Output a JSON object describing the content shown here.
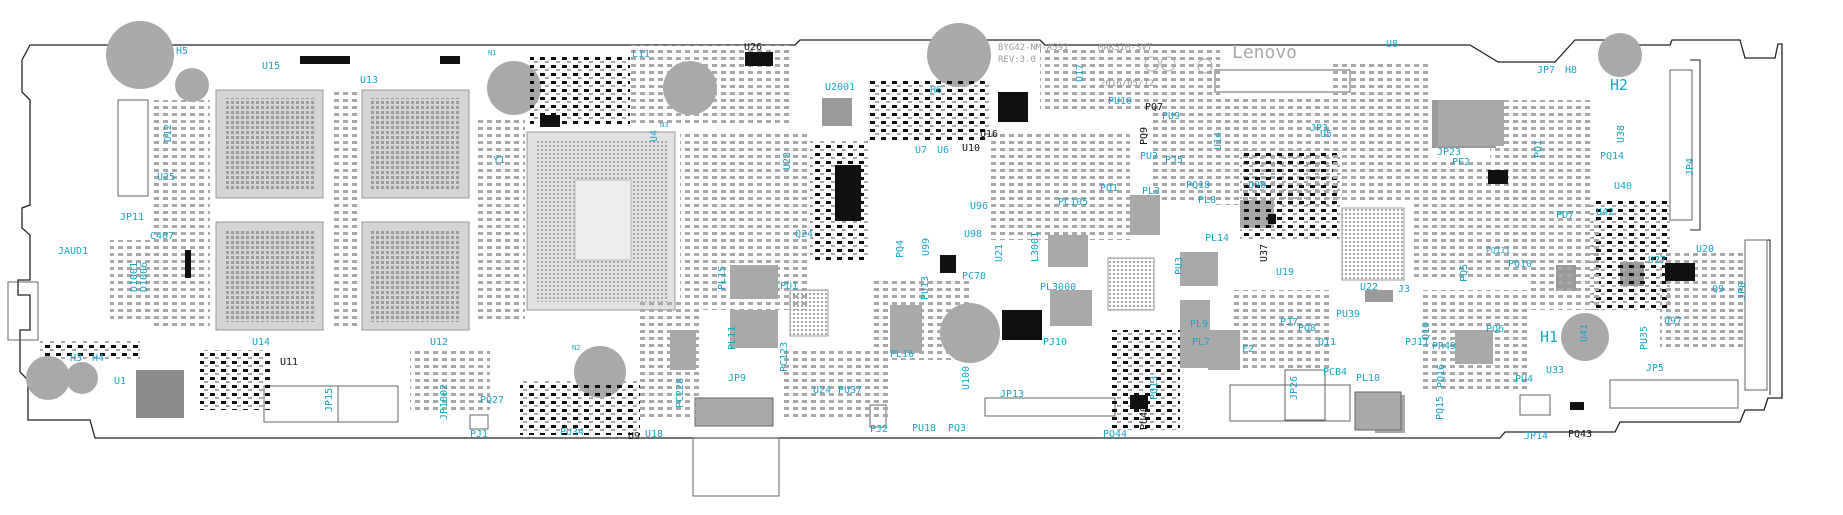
{
  "board": {
    "model": "BYG42-NM-A591",
    "revision": "REV:3.0",
    "codename": "MAKSIM-SVT",
    "date_code": "2016/05/12",
    "brand": "Lenovo",
    "colors": {
      "outline": "#222222",
      "component": "#a9a9a9",
      "dark_component": "#111111",
      "refdes_label": "#1aa6c6",
      "silkscreen": "#999999"
    }
  },
  "labels": {
    "h5": "H5",
    "u15": "U15",
    "u13": "U13",
    "u14": "U14",
    "u12": "U12",
    "d12": "D12",
    "u25": "U25",
    "jp11": "JP11",
    "c407": "C407",
    "jaud1": "JAUD1",
    "d1001": "D1001",
    "d1006": "D1006",
    "h3": "H3",
    "h4": "H4",
    "u1": "U1",
    "u11": "U11",
    "pq27": "PQ27",
    "pj1": "PJ1",
    "jp1002": "JP1002",
    "jp15": "JP15",
    "n1": "N1",
    "y1": "Y1",
    "l11": "L11",
    "u26": "U26",
    "n3": "N3",
    "u4": "U4",
    "u2001": "U2001",
    "u23": "U23",
    "pl19": "PL19",
    "q24": "Q24",
    "pu1a": "PU1",
    "pl15": "PL15",
    "pl11": "PL11",
    "pc123": "PC123",
    "n2": "N2",
    "pu34": "PU34",
    "u9": "U9",
    "u18": "U18",
    "pc228": "PC228",
    "jp9": "JP9",
    "u24": "U24",
    "pu37": "PU37",
    "pj2": "PJ2",
    "pu18": "PU18",
    "pq3": "PQ3",
    "pl16": "PL16",
    "pu13": "PU13",
    "pq4": "PQ4",
    "h6": "H6",
    "u7": "U7",
    "u6": "U6",
    "u10": "U10",
    "u16": "U16",
    "u96": "U96",
    "u98": "U98",
    "u99": "U99",
    "pc70": "PC70",
    "u21": "U21",
    "l3001": "L3001",
    "jp13": "JP13",
    "u100": "U100",
    "pj10": "PJ10",
    "pl3000": "PL3000",
    "u17": "U17",
    "pu10": "PU10",
    "pq7": "PQ7",
    "pu9": "PU9",
    "pq9": "PQ9",
    "pu2": "PU2",
    "pj5": "PJ5",
    "pu1b": "PU1",
    "pl3": "PL3",
    "pc105": "PC105",
    "pq44": "PQ44",
    "pu40": "PU40",
    "pq13": "PQ13",
    "pl7": "PL7",
    "pl9": "PL9",
    "pu3": "PU3",
    "pl14": "PL14",
    "pq18": "PQ18",
    "pl8": "PL8",
    "u90": "U90",
    "u14b": "U14",
    "u8": "U8",
    "u5": "U5",
    "jp3": "JP3",
    "u37": "U37",
    "u19": "U19",
    "pq8": "PQ8",
    "pj7": "PJ7",
    "q11": "Q11",
    "f2": "F2",
    "jp26": "JP26",
    "pcb4": "PCB4",
    "pl10": "PL10",
    "u22": "U22",
    "pu39": "PU39",
    "pj11": "PJ11",
    "q10": "Q10",
    "pr49": "PR49",
    "pq6": "PQ6",
    "pq15": "PQ15",
    "pq16": "PQ16",
    "pu4": "PU4",
    "jp14": "JP14",
    "pq43": "PQ43",
    "u33": "U33",
    "h1": "H1",
    "jp5": "JP5",
    "u41": "U41",
    "u97": "U97",
    "pu35": "PU35",
    "u20": "U20",
    "u27": "U27",
    "u42": "U42",
    "u40": "U40",
    "pd7": "PD7",
    "pq111": "PQ111",
    "pq10": "PQ10",
    "pq14": "PQ14",
    "u38": "U38",
    "h2": "H2",
    "h8": "H8",
    "jp7": "JP7",
    "jp4": "JP4",
    "pq1": "PQ1",
    "jp23": "JP23",
    "pf2": "PF2",
    "pq5": "PQ5",
    "q9": "Q9",
    "jp8": "JP8",
    "j3": "J3"
  }
}
